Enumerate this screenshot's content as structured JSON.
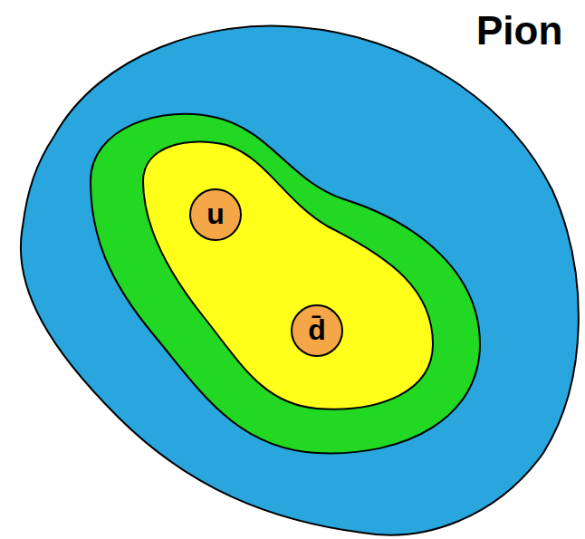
{
  "diagram": {
    "title": "Pion",
    "nodes": [
      {
        "text": [
          "u"
        ]
      },
      {
        "text": [
          "d̄"
        ]
      }
    ]
  }
}
